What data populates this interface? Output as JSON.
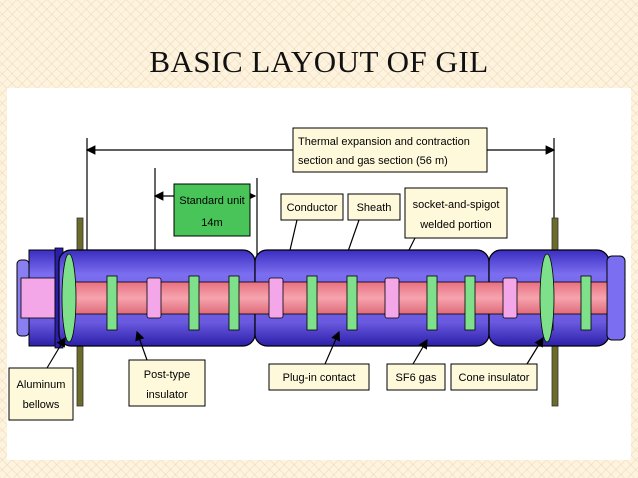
{
  "slide": {
    "title": "BASIC LAYOUT OF GIL"
  },
  "labels": {
    "thermal_line1": "Thermal expansion and contraction",
    "thermal_line2": "section and gas section (56 m)",
    "standard_line1": "Standard unit",
    "standard_line2": "14m",
    "conductor": "Conductor",
    "sheath": "Sheath",
    "socket_line1": "socket-and-spigot",
    "socket_line2": "welded portion",
    "aluminum_line1": "Aluminum",
    "aluminum_line2": "bellows",
    "post_line1": "Post-type",
    "post_line2": "insulator",
    "plugin": "Plug-in contact",
    "sf6": "SF6 gas",
    "cone": "Cone insulator"
  },
  "colors": {
    "enclosure": "#6a5ae0",
    "enclosure_dark": "#2b1ea8",
    "conductor": "#f08a96",
    "plug_contact": "#f3a6e8",
    "insulator": "#7ee08a",
    "standard_box": "#49c458",
    "label_fill": "#fff9dc"
  }
}
